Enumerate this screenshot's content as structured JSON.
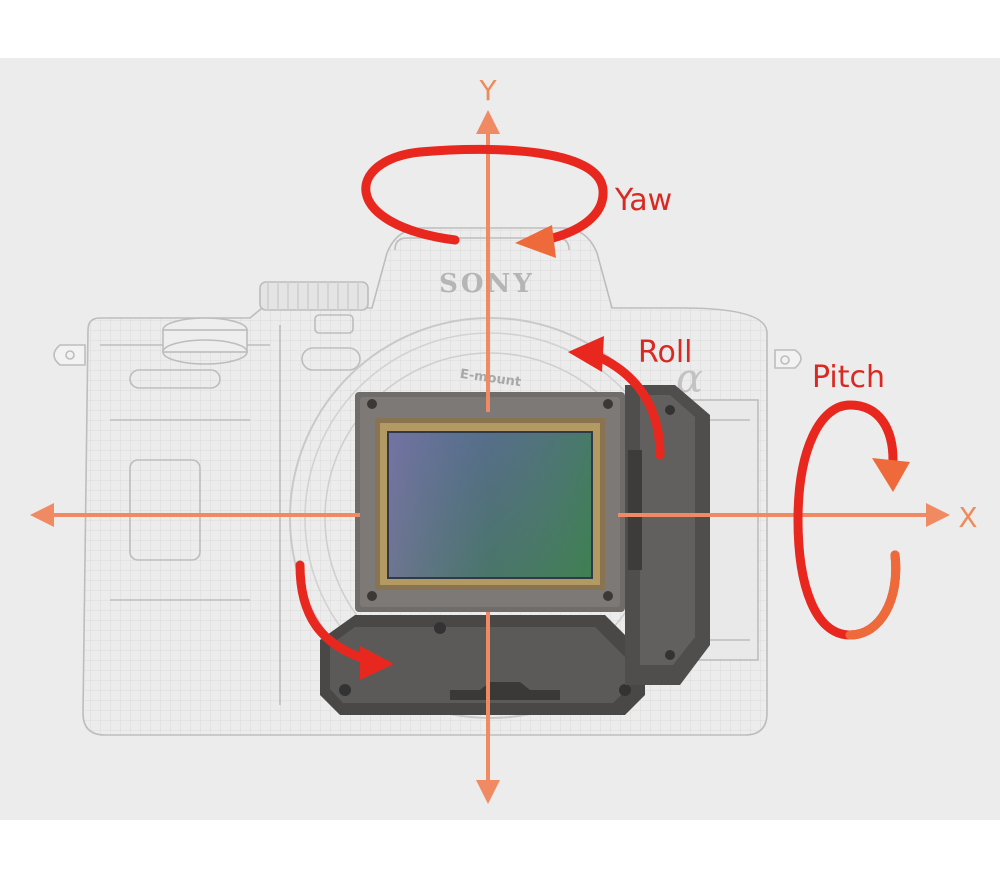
{
  "brand": "SONY",
  "mount_label": "E-mount",
  "alpha_mark": "α",
  "axes": {
    "y_label": "Y",
    "x_label": "X"
  },
  "rotations": {
    "yaw": "Yaw",
    "roll": "Roll",
    "pitch": "Pitch"
  },
  "colors": {
    "background_panel": "#ececec",
    "axis_orange": "#f08a63",
    "rotation_red": "#e8281e",
    "label_orange": "#ef8b5a",
    "label_red": "#d82a23",
    "sensor_frame": "#6d6a66"
  }
}
